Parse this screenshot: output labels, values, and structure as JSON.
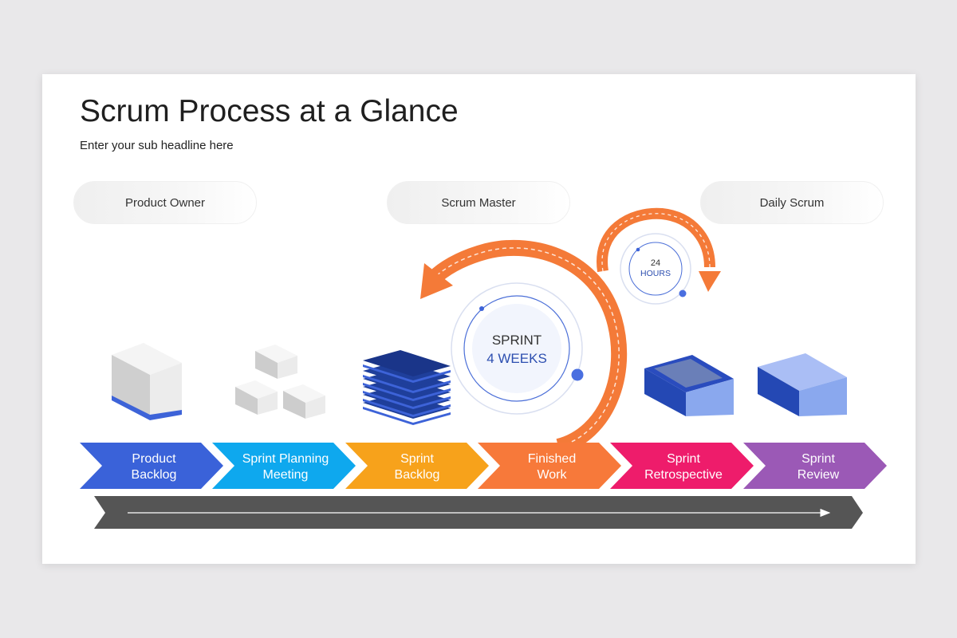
{
  "slide": {
    "title": "Scrum Process at a Glance",
    "subtitle": "Enter your sub headline here"
  },
  "roles": [
    {
      "label": "Product Owner"
    },
    {
      "label": "Scrum Master"
    },
    {
      "label": "Daily Scrum"
    }
  ],
  "sprint": {
    "line1": "SPRINT",
    "line2": "4 WEEKS"
  },
  "daily": {
    "line1": "24",
    "line2": "HOURS"
  },
  "steps": [
    {
      "line1": "Product",
      "line2": "Backlog",
      "color": "#3a62d9"
    },
    {
      "line1": "Sprint Planning",
      "line2": "Meeting",
      "color": "#0ea8ee"
    },
    {
      "line1": "Sprint",
      "line2": "Backlog",
      "color": "#f7a21b"
    },
    {
      "line1": "Finished",
      "line2": "Work",
      "color": "#f7793a"
    },
    {
      "line1": "Sprint",
      "line2": "Retrospective",
      "color": "#ee1c6b"
    },
    {
      "line1": "Sprint",
      "line2": "Review",
      "color": "#9b59b6"
    }
  ],
  "colors": {
    "orange": "#f47a38",
    "navy": "#1f3f9b",
    "blue": "#3d63d8",
    "light_blue": "#8aa8ee",
    "timeline": "#555555",
    "sprint_text": "#2d4fb0"
  }
}
